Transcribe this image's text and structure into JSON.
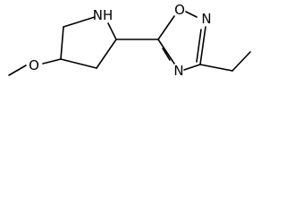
{
  "molecule": {
    "atom_labels": {
      "pyrrolidine_nitrogen": "NH",
      "methoxy_oxygen": "O",
      "ring_oxygen": "O",
      "ring_nitrogen_top": "N",
      "ring_nitrogen_bottom": "N"
    },
    "colors": {
      "bond": "#000000",
      "label": "#000000",
      "background": "#ffffff"
    }
  }
}
